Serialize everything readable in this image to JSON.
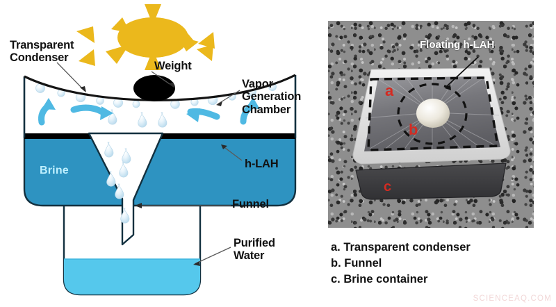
{
  "figure": {
    "left_panel": {
      "name": "solar-still-schematic",
      "labels": {
        "transparent_condenser": "Transparent\nCondenser",
        "weight": "Weight",
        "vapor_generation_chamber": "Vapor\nGeneration\nChamber",
        "h_lah": "h-LAH",
        "funnel": "Funnel",
        "purified_water": "Purified\nWater",
        "brine": "Brine"
      },
      "colors": {
        "sun": "#EBB81C",
        "brine": "#2E93C1",
        "purified_water": "#55C8EC",
        "outline": "#12303f",
        "arrow": "#4FB9E3",
        "droplet": "#d6ecf7",
        "weight": "#000000"
      }
    },
    "right_panel": {
      "name": "solar-still-photograph",
      "photo_annotation": "Floating h-LAH",
      "photo_markers": {
        "a": "a",
        "b": "b",
        "c": "c"
      },
      "legend": [
        "a. Transparent condenser",
        "b. Funnel",
        "c. Brine container"
      ],
      "watermark": "SCIENCEAQ.COM"
    }
  }
}
